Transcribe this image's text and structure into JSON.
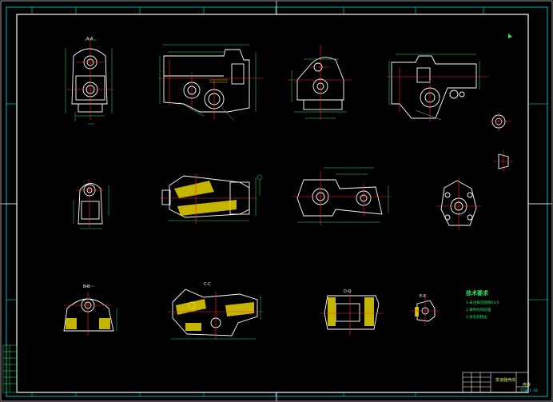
{
  "drawing": {
    "colors": {
      "background": "#000000",
      "frame": "#ffffff",
      "border_cyan": "#00e5e5",
      "outline": "#ffffff",
      "centerline": "#ff2a2a",
      "dimension": "#2ee85e",
      "hatch": "#e8d400",
      "note_text": "#2ee85e"
    },
    "section_labels": [
      "A-A",
      "B-B",
      "C-C",
      "D-D",
      "E-E"
    ],
    "tech_notes": {
      "title": "技术要求",
      "lines": [
        "1.未注铸造圆角R3-5",
        "2.铸件时效处理",
        "3.去毛刺锐边"
      ]
    },
    "title_block": {
      "title": "壳体",
      "part_name": "变速器壳体",
      "drawing_no": "TT001-10"
    }
  }
}
